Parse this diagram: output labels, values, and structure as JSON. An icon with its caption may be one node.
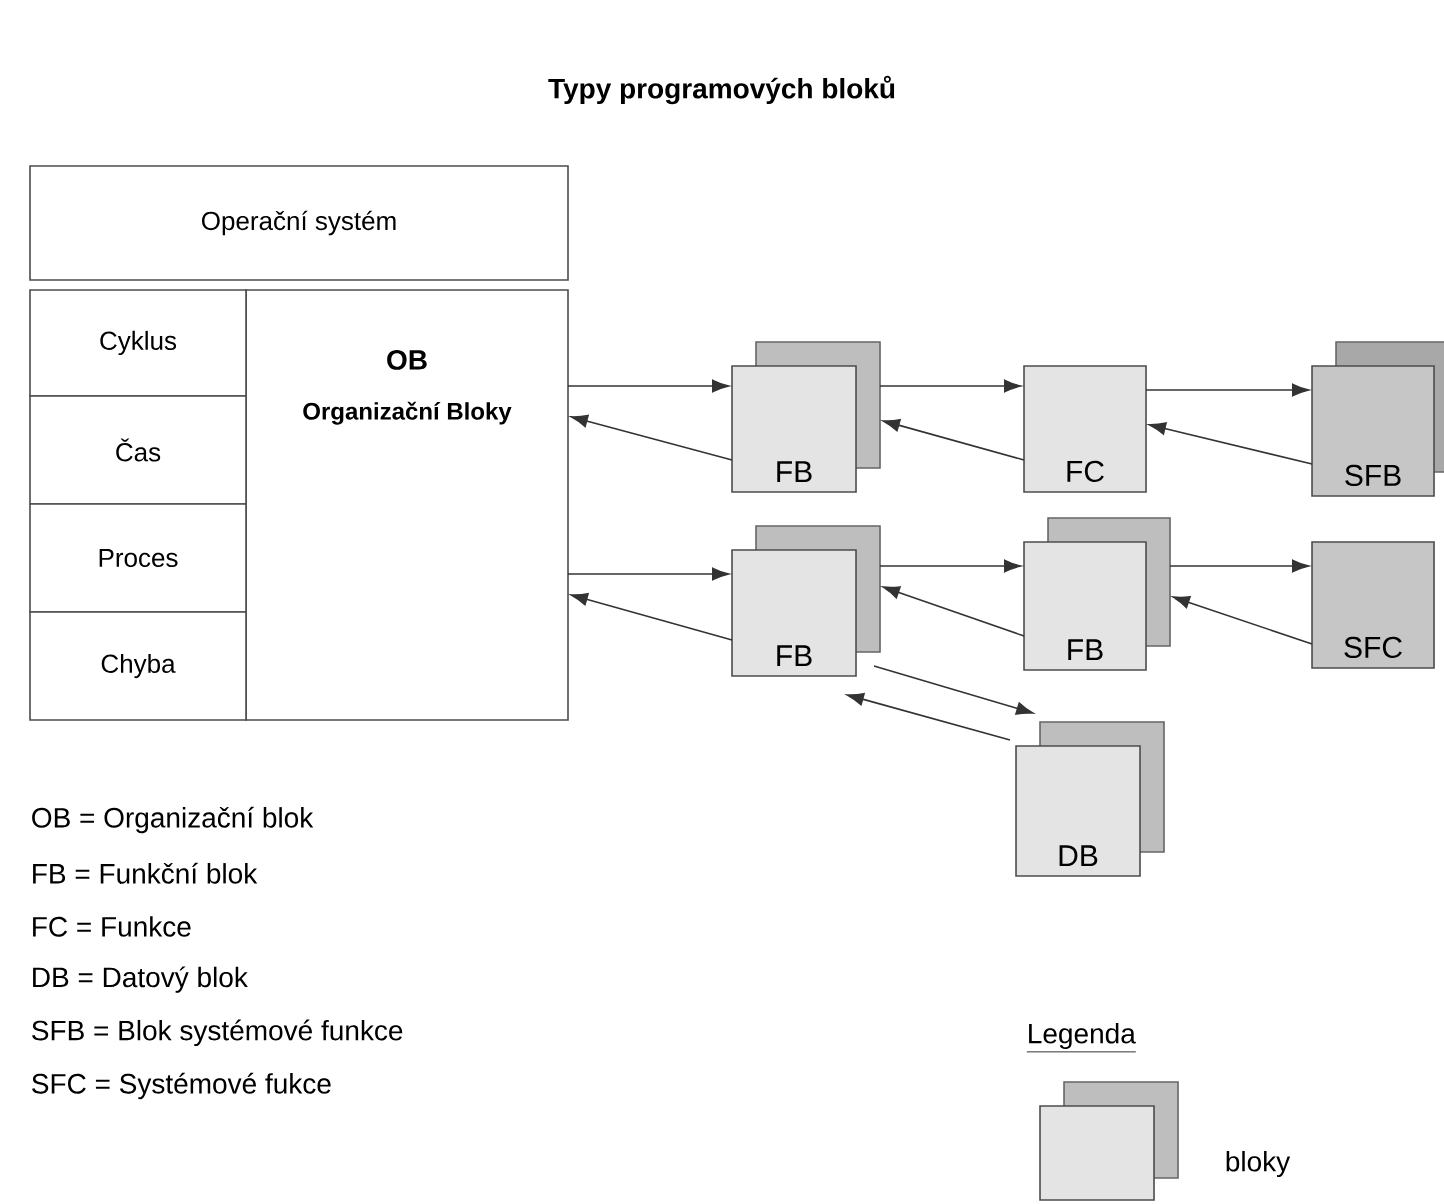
{
  "diagram": {
    "title": "Typy programových bloků",
    "nodes": [
      {
        "text": [
          "Operační systém"
        ]
      },
      {
        "text": [
          "OB",
          "Organizační Bloky"
        ]
      },
      {
        "text": [
          "Cyklus"
        ]
      },
      {
        "text": [
          "Čas"
        ]
      },
      {
        "text": [
          "Proces"
        ]
      },
      {
        "text": [
          "Chyba"
        ]
      },
      {
        "text": [
          "FB"
        ]
      },
      {
        "text": [
          "FC"
        ]
      },
      {
        "text": [
          "SFB"
        ]
      },
      {
        "text": [
          "FB"
        ]
      },
      {
        "text": [
          "FB"
        ]
      },
      {
        "text": [
          "SFC"
        ]
      },
      {
        "text": [
          "DB"
        ]
      }
    ],
    "edges": [
      {
        "from": 1,
        "to": 6,
        "arrow": "to"
      },
      {
        "from": 6,
        "to": 1,
        "arrow": "to"
      },
      {
        "from": 6,
        "to": 7,
        "arrow": "to"
      },
      {
        "from": 7,
        "to": 6,
        "arrow": "to"
      },
      {
        "from": 7,
        "to": 8,
        "arrow": "to"
      },
      {
        "from": 8,
        "to": 7,
        "arrow": "to"
      },
      {
        "from": 1,
        "to": 9,
        "arrow": "to"
      },
      {
        "from": 9,
        "to": 1,
        "arrow": "to"
      },
      {
        "from": 9,
        "to": 10,
        "arrow": "to"
      },
      {
        "from": 10,
        "to": 9,
        "arrow": "to"
      },
      {
        "from": 10,
        "to": 11,
        "arrow": "to"
      },
      {
        "from": 11,
        "to": 10,
        "arrow": "to"
      },
      {
        "from": 9,
        "to": 12,
        "arrow": "to"
      },
      {
        "from": 12,
        "to": 9,
        "arrow": "to"
      }
    ],
    "labels": [
      "OB  =  Organizační blok",
      "FB   =  Funkční blok",
      "FC   =  Funkce",
      "DB   =  Datový blok",
      "SFB =  Blok systémové funkce",
      "SFC =  Systémové fukce",
      "Legenda"
    ],
    "legend": [
      {
        "text": "bloky"
      }
    ]
  }
}
